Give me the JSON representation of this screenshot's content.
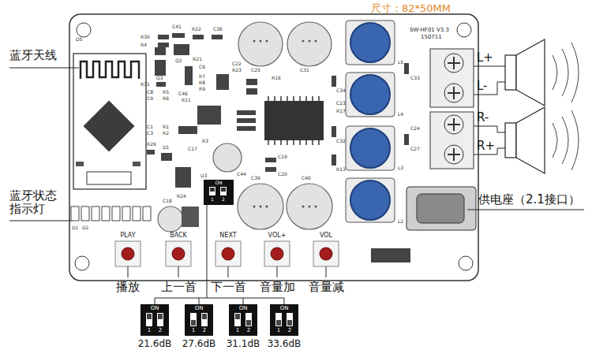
{
  "diagram": {
    "labels": [
      "尺寸：82*50MM",
      "蓝牙天线",
      "蓝牙状态 指示灯",
      "SW-HF01 V3.3",
      "150711",
      "L+",
      "L-",
      "R-",
      "R+",
      "供电座（2.1接口）",
      "PLAY",
      "BACK",
      "NEXT",
      "VOL+",
      "VOL",
      "播放",
      "上一首",
      "下一首",
      "音量加",
      "音量减",
      "21.6dB",
      "27.6dB",
      "31.1dB",
      "33.6dB",
      "ON",
      "1",
      "2",
      "ON",
      "1",
      "2",
      "ON",
      "1",
      "2",
      "ON",
      "1",
      "2",
      "ON",
      "1",
      "2",
      "D5",
      "C41",
      "R22",
      "C36",
      "R30",
      "R4",
      "R21",
      "Q3",
      "Q2",
      "R31",
      "C6",
      "R7",
      "R8",
      "R9",
      "C22",
      "R23",
      "R16",
      "C25",
      "C31",
      "L5",
      "L4",
      "L3",
      "L2",
      "C33",
      "C34",
      "C23",
      "R17",
      "C27",
      "C32",
      "C24",
      "R13",
      "C19",
      "C20",
      "C44",
      "C39",
      "C40",
      "C18",
      "R24",
      "U3",
      "D1",
      "C17",
      "R29",
      "R1",
      "R2",
      "C1",
      "C3",
      "C8",
      "C9",
      "R5",
      "R6",
      "C46",
      "R11",
      "R3",
      "D1",
      "D2"
    ]
  }
}
